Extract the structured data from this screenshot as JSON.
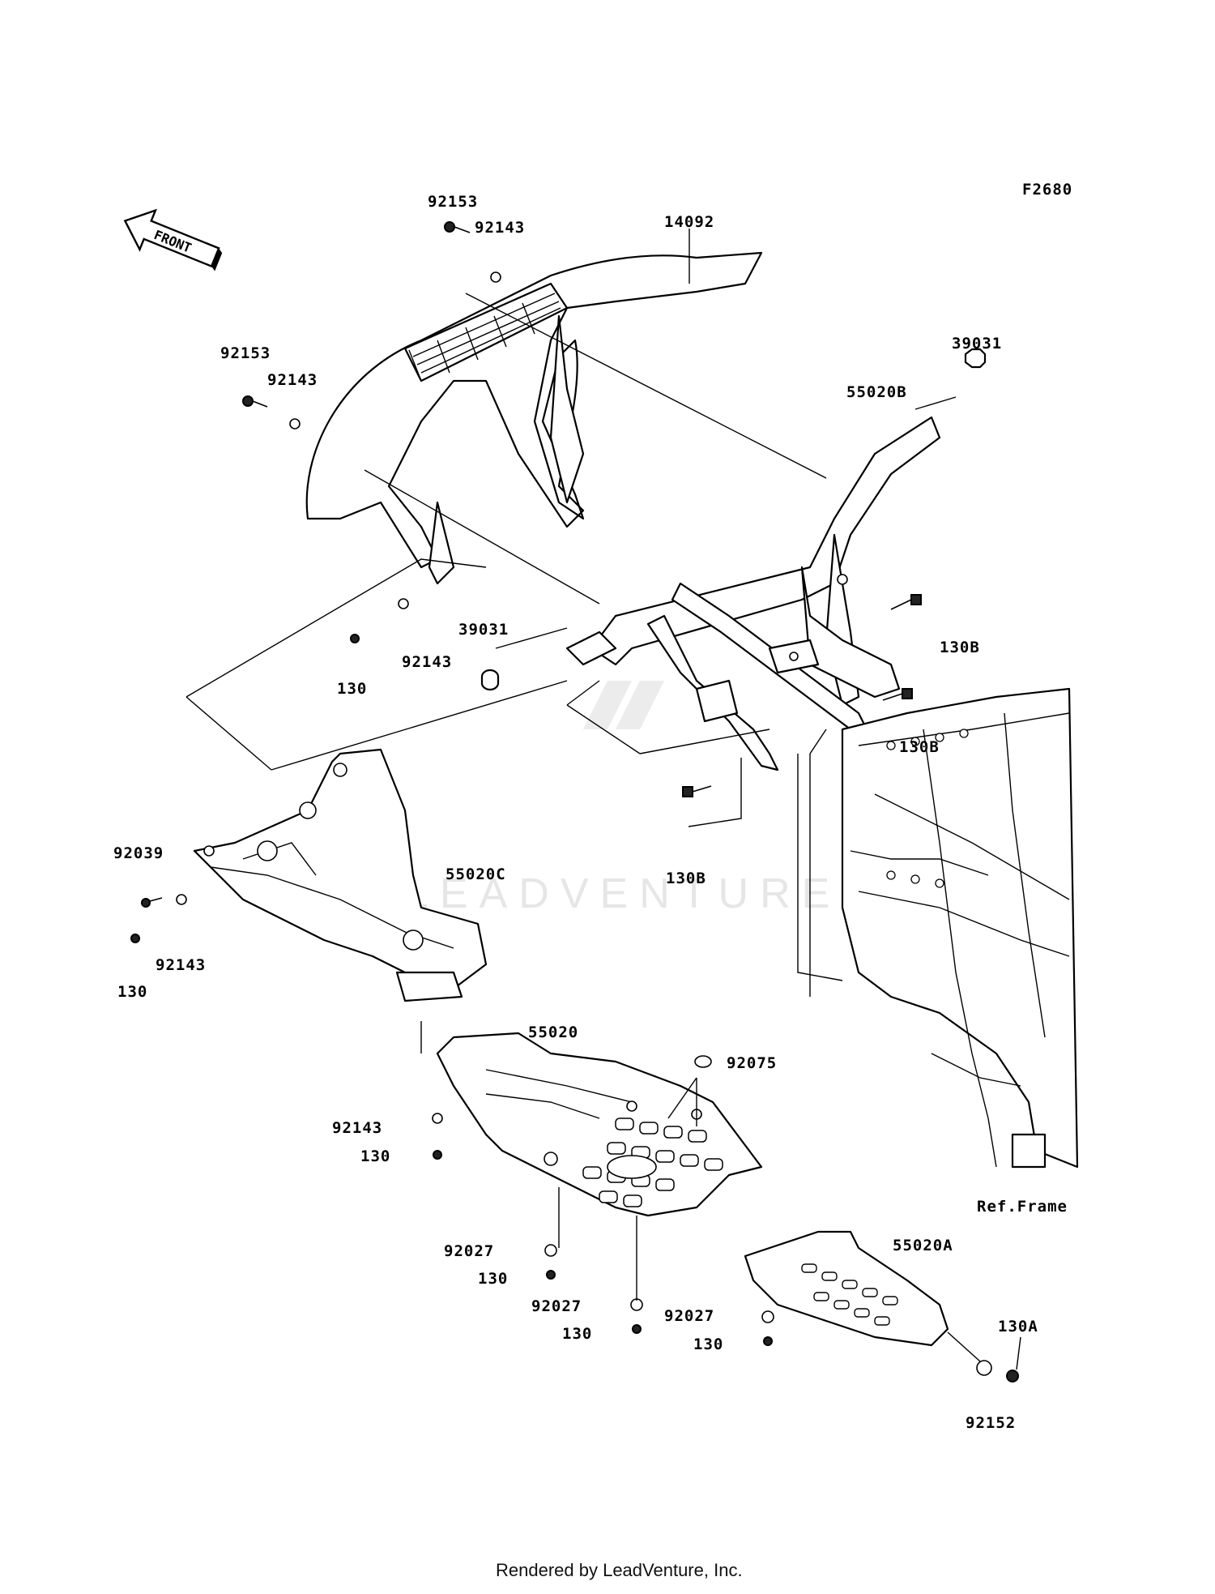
{
  "diagram": {
    "code": "F2680",
    "front_label": "FRONT",
    "ref_frame_label": "Ref.Frame",
    "watermark": "LEADVENTURE",
    "footer": "Rendered by LeadVenture, Inc."
  },
  "part_labels": [
    "92153",
    "92143",
    "14092",
    "92153",
    "92143",
    "39031",
    "55020B",
    "130B",
    "39031",
    "92143",
    "130",
    "130B",
    "130B",
    "92039",
    "55020C",
    "92143",
    "130",
    "55020",
    "92075",
    "92143",
    "130",
    "92027",
    "130",
    "92027",
    "130",
    "55020A",
    "92027",
    "130",
    "130A",
    "92152"
  ]
}
